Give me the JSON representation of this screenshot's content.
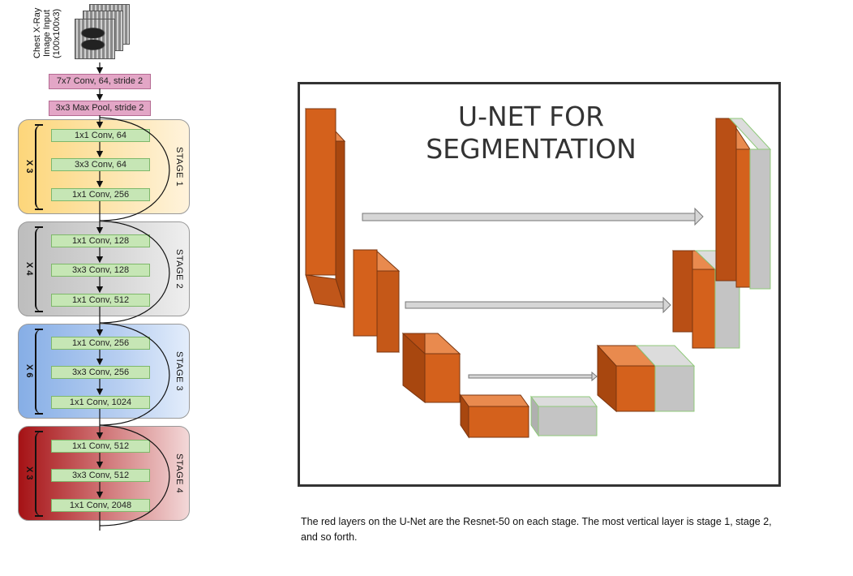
{
  "input": {
    "label": "Chest X-Ray Image Input (100x100x3)"
  },
  "pre_layers": [
    {
      "label": "7x7 Conv, 64, stride 2"
    },
    {
      "label": "3x3 Max Pool, stride 2"
    }
  ],
  "stages": [
    {
      "name": "STAGE 1",
      "repeat": "X 3",
      "convs": [
        "1x1 Conv, 64",
        "3x3 Conv, 64",
        "1x1 Conv, 256"
      ]
    },
    {
      "name": "STAGE 2",
      "repeat": "X 4",
      "convs": [
        "1x1 Conv, 128",
        "3x3 Conv, 128",
        "1x1 Conv, 512"
      ]
    },
    {
      "name": "STAGE 3",
      "repeat": "X 6",
      "convs": [
        "1x1 Conv, 256",
        "3x3 Conv, 256",
        "1x1 Conv, 1024"
      ]
    },
    {
      "name": "STAGE 4",
      "repeat": "X 3",
      "convs": [
        "1x1 Conv, 512",
        "3x3 Conv, 512",
        "1x1 Conv, 2048"
      ]
    }
  ],
  "colors": {
    "encoder_block": "#d4611c",
    "skip_block": "#c4c4c4",
    "skip_border": "#8fc97a",
    "conv_box": "#c6e6b5",
    "pre_layer_box": "#e3a6c6"
  },
  "unet": {
    "title_line1": "U-NET FOR",
    "title_line2": "SEGMENTATION"
  },
  "caption": "The red layers on the U-Net are the Resnet-50 on each stage. The most vertical layer is stage 1, stage 2, and so forth."
}
